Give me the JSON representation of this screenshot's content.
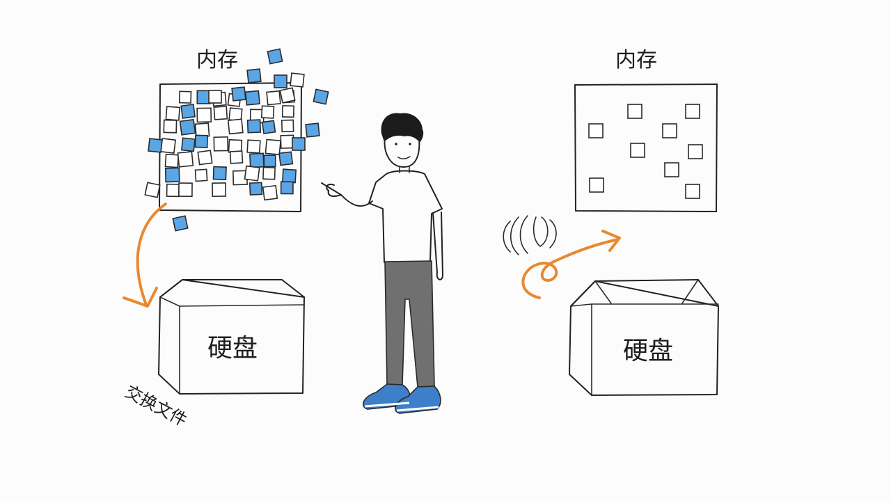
{
  "left_panel": {
    "memory_label": "内存",
    "disk_label": "硬盘",
    "swap_label": "交换文件"
  },
  "right_panel": {
    "memory_label": "内存",
    "disk_label": "硬盘"
  },
  "colors": {
    "ink": "#222222",
    "accent_orange": "#e8892f",
    "page_blue": "#5aa5e6",
    "shoe_blue": "#3d7fc9",
    "pants_gray": "#707070"
  }
}
